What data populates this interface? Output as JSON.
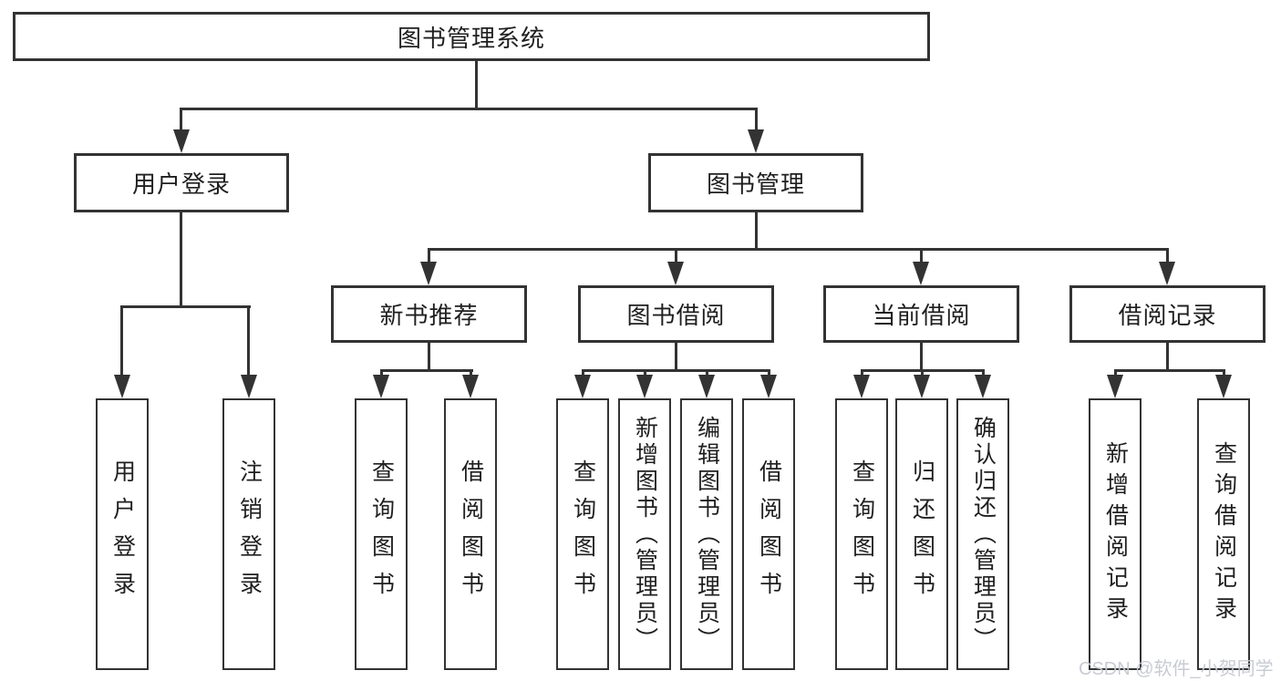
{
  "diagram": {
    "title": "图书管理系统",
    "nodes": {
      "root": {
        "label": "图书管理系统"
      },
      "user_login": {
        "label": "用户登录"
      },
      "book_mgmt": {
        "label": "图书管理"
      },
      "new_book_rec": {
        "label": "新书推荐"
      },
      "book_borrow": {
        "label": "图书借阅"
      },
      "current_borrow": {
        "label": "当前借阅"
      },
      "borrow_record": {
        "label": "借阅记录"
      },
      "leaf_user_login": {
        "label": "用户登录"
      },
      "leaf_logout": {
        "label": "注销登录"
      },
      "leaf_query_book_rec": {
        "label": "查询图书"
      },
      "leaf_borrow_book_rec": {
        "label": "借阅图书"
      },
      "leaf_query_book_borrow": {
        "label": "查询图书"
      },
      "leaf_add_book_admin": {
        "label": "新增图书（管理员）"
      },
      "leaf_edit_book_admin": {
        "label": "编辑图书（管理员）"
      },
      "leaf_borrow_book_borrow": {
        "label": "借阅图书"
      },
      "leaf_query_book_current": {
        "label": "查询图书"
      },
      "leaf_return_book": {
        "label": "归还图书"
      },
      "leaf_confirm_return_admin": {
        "label": "确认归还（管理员）"
      },
      "leaf_add_borrow_record": {
        "label": "新增借阅记录"
      },
      "leaf_query_borrow_record": {
        "label": "查询借阅记录"
      }
    }
  },
  "watermark": {
    "text": "CSDN @软件_小贺同学"
  },
  "colors": {
    "line": "#333333",
    "box_border": "#333333",
    "text": "#1f1f1f",
    "watermark": "#c6c9d0",
    "background": "#ffffff"
  }
}
